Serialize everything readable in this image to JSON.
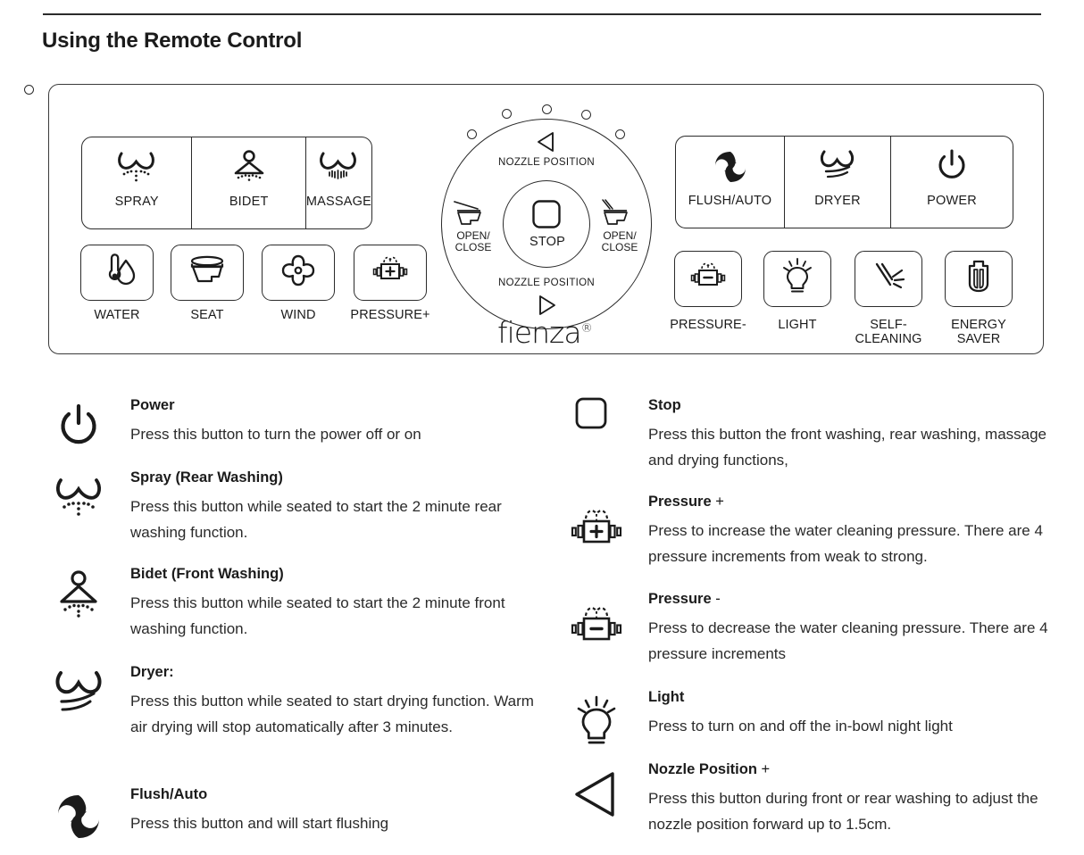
{
  "page": {
    "title": "Using the Remote Control"
  },
  "remote": {
    "brand": "fienza",
    "brand_mark": "®",
    "top_group_left": [
      {
        "label": "SPRAY",
        "icon": "spray-icon"
      },
      {
        "label": "BIDET",
        "icon": "bidet-icon"
      },
      {
        "label": "MASSAGE",
        "icon": "massage-icon"
      }
    ],
    "bottom_row_left": [
      {
        "label": "WATER",
        "icon": "water-temperature-icon"
      },
      {
        "label": "SEAT",
        "icon": "seat-icon"
      },
      {
        "label": "WIND",
        "icon": "wind-icon"
      },
      {
        "label": "PRESSURE+",
        "icon": "pressure-plus-icon"
      }
    ],
    "top_group_right": [
      {
        "label": "FLUSH/AUTO",
        "icon": "flush-auto-icon"
      },
      {
        "label": "DRYER",
        "icon": "dryer-icon"
      },
      {
        "label": "POWER",
        "icon": "power-icon"
      }
    ],
    "bottom_row_right": [
      {
        "label": "PRESSURE-",
        "icon": "pressure-minus-icon"
      },
      {
        "label": "LIGHT",
        "icon": "light-bulb-icon"
      },
      {
        "label": "SELF-\nCLEANING",
        "label_line1": "SELF-",
        "label_line2": "CLEANING",
        "icon": "self-cleaning-icon"
      },
      {
        "label": "ENERGY\nSAVER",
        "label_line1": "ENERGY",
        "label_line2": "SAVER",
        "icon": "energy-saver-icon"
      }
    ],
    "dial": {
      "nozzle_position_top": "NOZZLE POSITION",
      "nozzle_position_bottom": "NOZZLE POSITION",
      "stop": "STOP",
      "open_close_left_line1": "OPEN/",
      "open_close_left_line2": "CLOSE",
      "open_close_right_line1": "OPEN/",
      "open_close_right_line2": "CLOSE",
      "led_count": 5
    }
  },
  "legend": {
    "left": [
      {
        "icon": "power-icon",
        "title": "Power",
        "body": "Press this button to turn the power off or on"
      },
      {
        "icon": "spray-icon",
        "title": "Spray (Rear Washing)",
        "body": "Press this button while seated to start the 2 minute rear washing function."
      },
      {
        "icon": "bidet-icon",
        "title": "Bidet (Front Washing)",
        "body": "Press this button while seated to start the 2 minute front washing function."
      },
      {
        "icon": "dryer-icon",
        "title": "Dryer:",
        "body": "Press this button while seated to start drying function. Warm air drying will stop automatically after 3 minutes."
      },
      {
        "icon": "flush-auto-icon",
        "title": "Flush/Auto",
        "body": "Press this button and will start flushing"
      }
    ],
    "right": [
      {
        "icon": "stop-icon",
        "title": "Stop",
        "body": "Press this button the front washing, rear washing, massage and drying functions,"
      },
      {
        "icon": "pressure-plus-icon",
        "title": "Pressure",
        "title_suffix": "+",
        "body": "Press to increase the water cleaning pressure. There are 4 pressure increments from weak to strong."
      },
      {
        "icon": "pressure-minus-icon",
        "title": "Pressure",
        "title_suffix": "-",
        "body": "Press to decrease the water cleaning pressure. There are 4 pressure increments"
      },
      {
        "icon": "light-bulb-icon",
        "title": "Light",
        "body": "Press to turn on and off the in-bowl night light"
      },
      {
        "icon": "nozzle-position-left-arrow-icon",
        "title": "Nozzle Position",
        "title_suffix": "+",
        "body": "Press this button during front or rear washing to adjust the nozzle position forward up to 1.5cm."
      }
    ]
  },
  "colors": {
    "ink": "#1b1b1b",
    "rule": "#2b2b2b",
    "body_text": "#2a2a2a",
    "background": "#ffffff"
  }
}
